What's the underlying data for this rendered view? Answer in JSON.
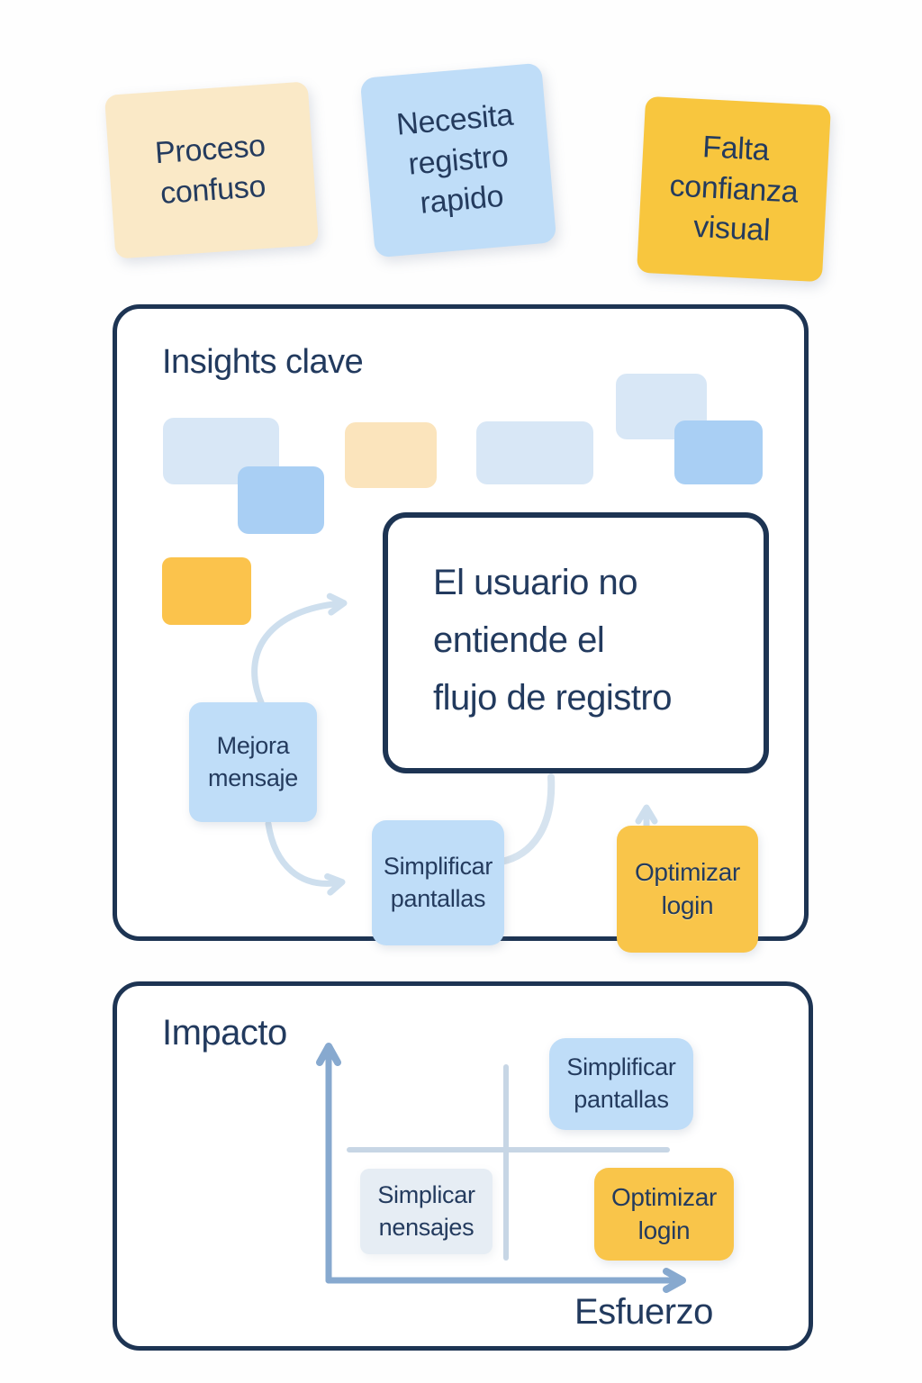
{
  "colors": {
    "navy_text": "#243B5E",
    "navy_border": "#1D3453",
    "sticky_cream": "#FAE9C7",
    "sticky_blue": "#BFDDF8",
    "sticky_orange": "#F9C54A",
    "sticky_pale": "#E6EDF4",
    "rect_pale_blue": "#D8E7F6",
    "rect_bright_blue": "#A9CFF4",
    "rect_cream": "#FBE4BC",
    "rect_orange": "#FBC34C",
    "arrow_light": "#CEDFEE",
    "axis_blue": "#87A9CF",
    "quadrant_line": "#C7D6E5"
  },
  "top_stickies": [
    {
      "label": "Proceso confuso",
      "color": "#FAE9C7"
    },
    {
      "label": "Necesita registro rapido",
      "color": "#BFDDF8"
    },
    {
      "label": "Falta confianza visual",
      "color": "#F8C63E"
    }
  ],
  "insights": {
    "title": "Insights clave",
    "callout": "El usuario no\nentiende el\nflujo de registro",
    "stickies": [
      {
        "label": "Mejora mensaje",
        "color": "#BFDDF8"
      },
      {
        "label": "Simplificar pantallas",
        "color": "#BFDDF8"
      },
      {
        "label": "Optimizar login",
        "color": "#F9C54A"
      }
    ]
  },
  "matrix": {
    "y_axis_label": "Impacto",
    "x_axis_label": "Esfuerzo",
    "stickies": [
      {
        "label": "Simplificar pantallas",
        "color": "#BFDDF8",
        "quadrant": "high-impact high-effort"
      },
      {
        "label": "Simplicar nensajes",
        "color": "#E6EDF4",
        "quadrant": "low-impact low-effort"
      },
      {
        "label": "Optimizar login",
        "color": "#F9C54A",
        "quadrant": "low-impact high-effort"
      }
    ]
  }
}
